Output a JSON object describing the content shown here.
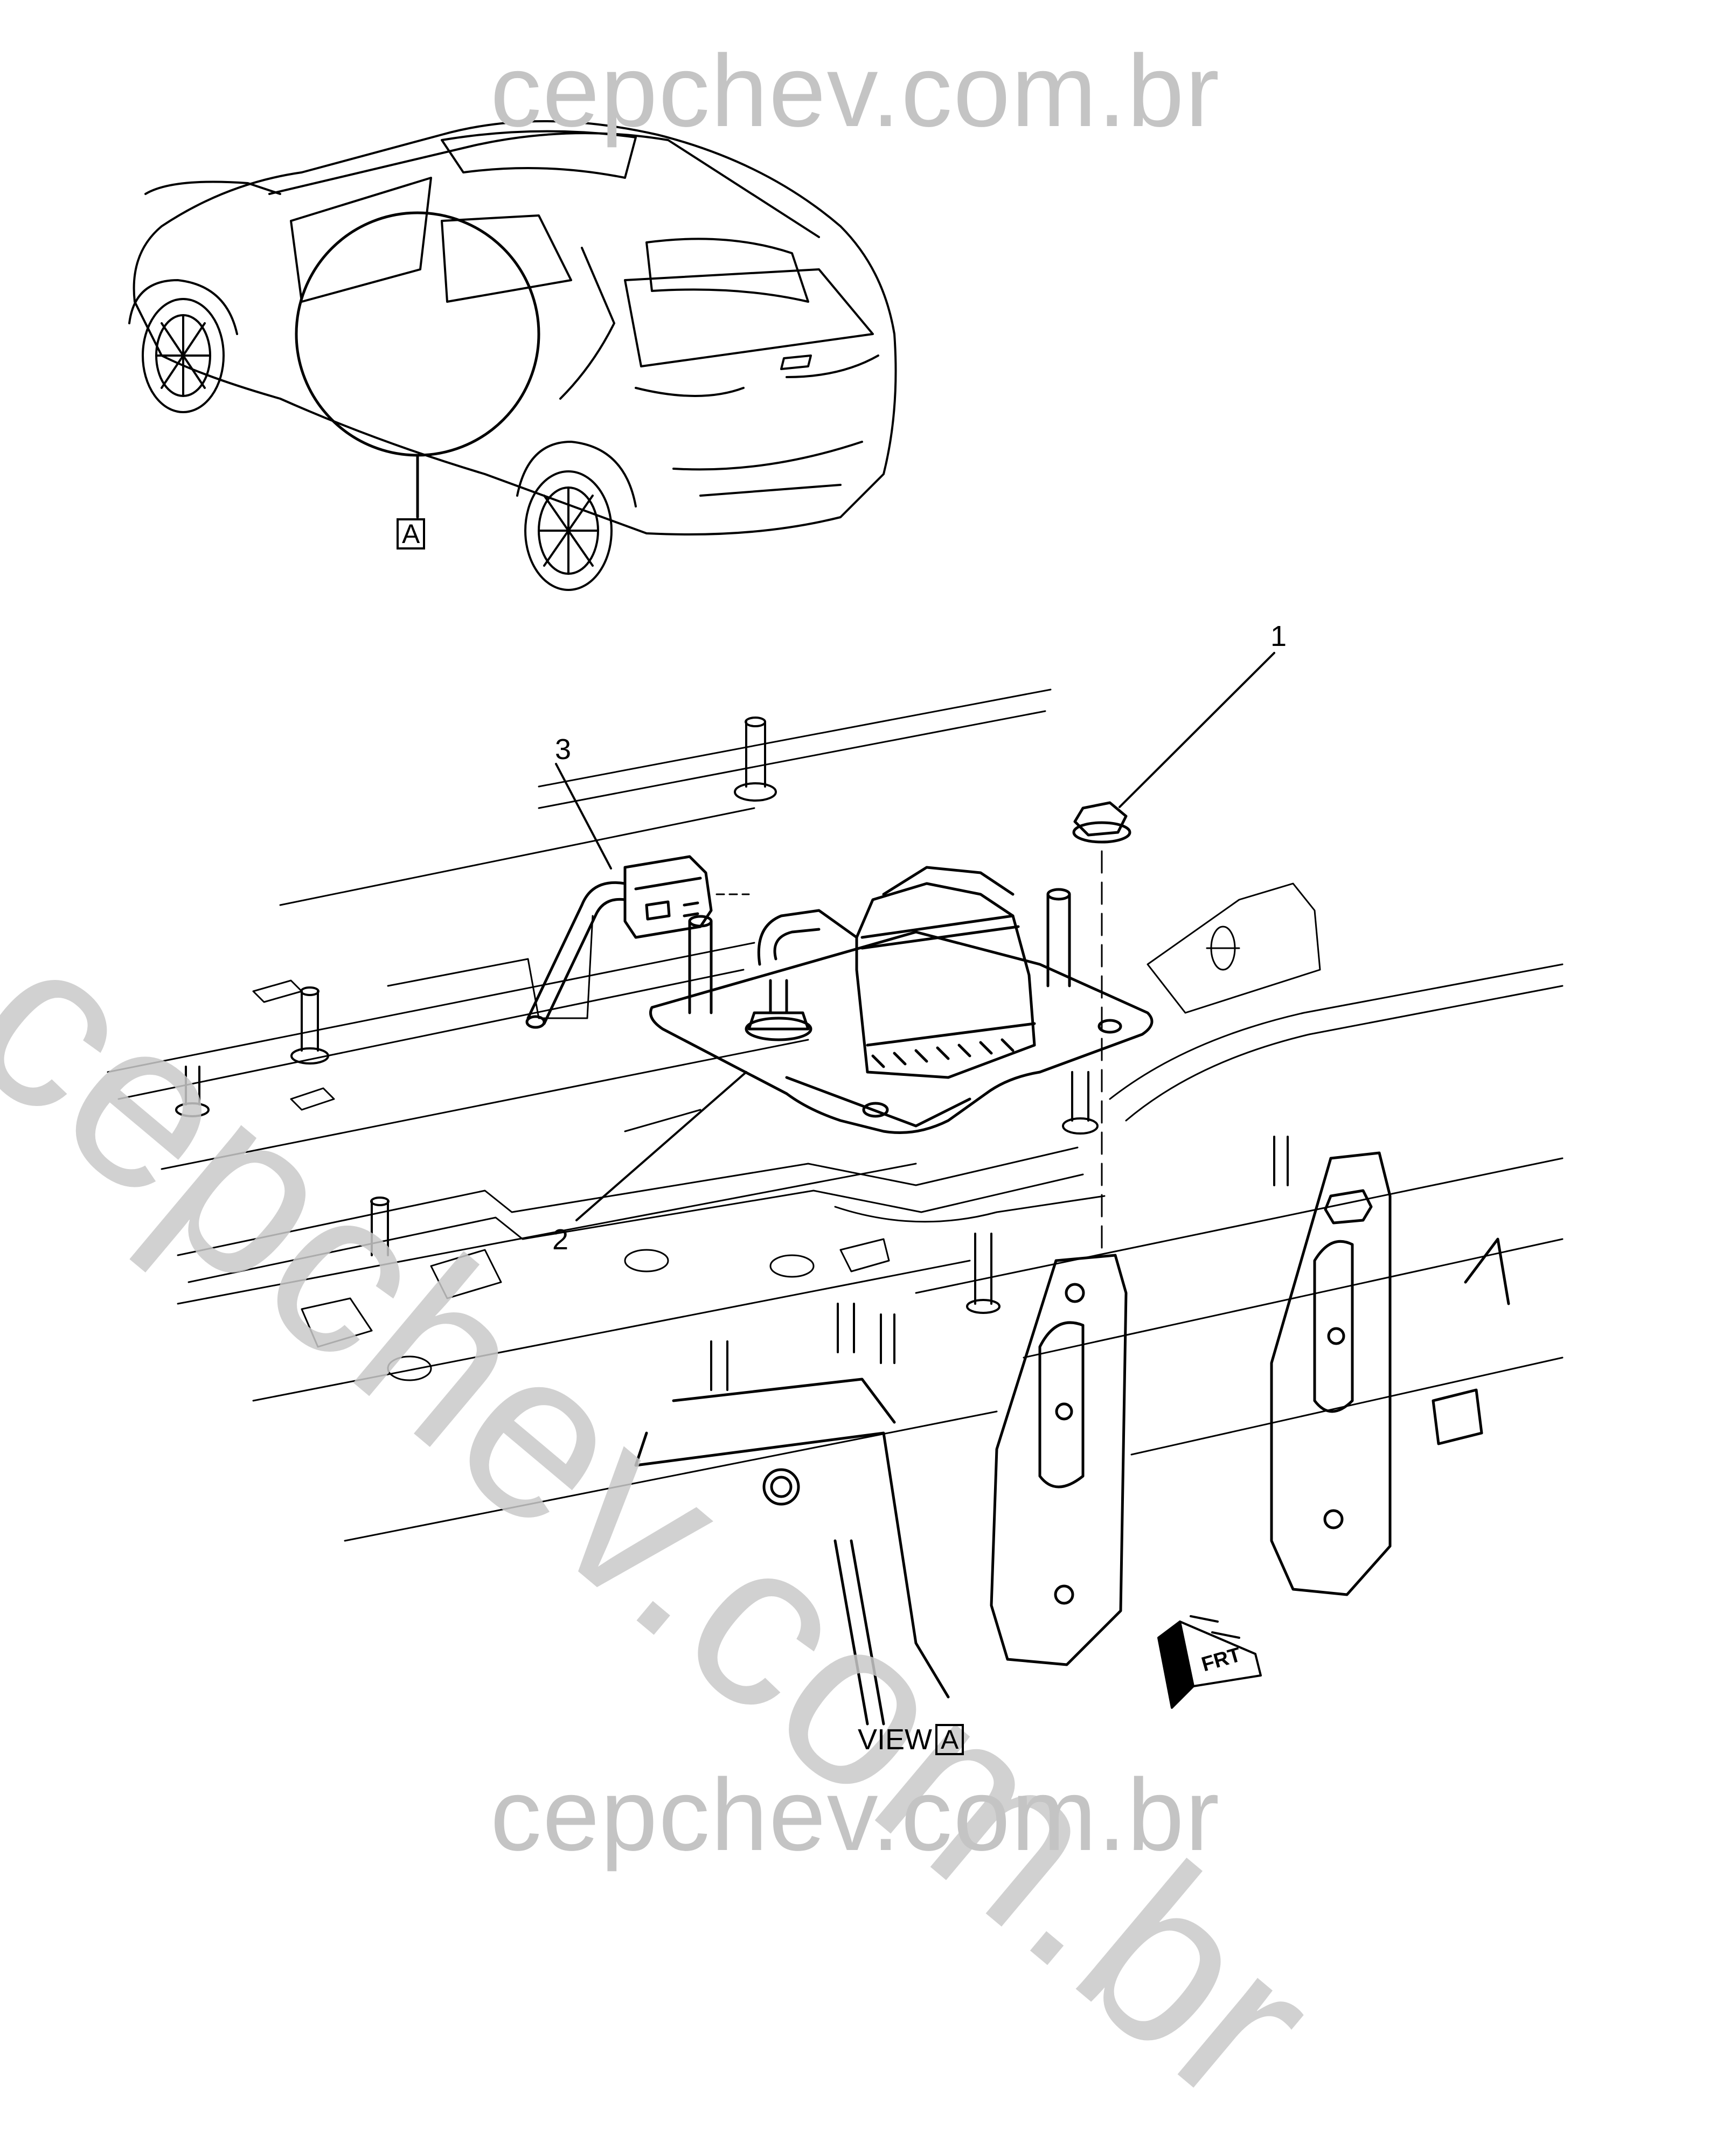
{
  "watermark": {
    "top": "cepchev.com.br",
    "diagonal": "cepchev.com.br",
    "bottom": "cepchev.com.br"
  },
  "callouts": {
    "c1": "1",
    "c2": "2",
    "c3": "3"
  },
  "view_ref": {
    "letter": "A"
  },
  "view_label": {
    "text": "VIEW",
    "letter": "A"
  },
  "direction": {
    "text": "FRT"
  }
}
